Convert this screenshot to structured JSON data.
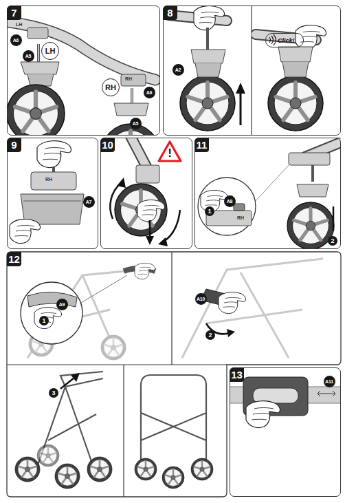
{
  "diagram": {
    "nodes": [
      {
        "text": [
          "7"
        ]
      },
      {
        "text": [
          "A6"
        ],
        "in": 0
      },
      {
        "text": [
          "LH"
        ],
        "in": 0
      },
      {
        "text": [
          "A5"
        ],
        "in": 0
      },
      {
        "text": [
          "RH"
        ],
        "in": 0
      },
      {
        "text": [
          "A6"
        ],
        "in": 0
      },
      {
        "text": [
          "A5"
        ],
        "in": 0
      },
      {
        "text": [
          "8"
        ]
      },
      {
        "text": [
          "A2"
        ],
        "in": 7
      },
      {
        "text": [
          "Click!"
        ],
        "in": 7
      },
      {
        "text": [
          "9"
        ]
      },
      {
        "text": [
          "A7"
        ],
        "in": 10
      },
      {
        "text": [
          "10"
        ]
      },
      {
        "text": [
          "!"
        ],
        "in": 12
      },
      {
        "text": [
          "11"
        ]
      },
      {
        "text": [
          "A8"
        ],
        "in": 14
      },
      {
        "text": [
          "1"
        ],
        "in": 14
      },
      {
        "text": [
          "2"
        ],
        "in": 14
      },
      {
        "text": [
          "12"
        ]
      },
      {
        "text": [
          "A9"
        ],
        "in": 18
      },
      {
        "text": [
          "1"
        ],
        "in": 18
      },
      {
        "text": [
          "A10"
        ],
        "in": 18
      },
      {
        "text": [
          "2"
        ],
        "in": 18
      },
      {
        "text": [
          "3"
        ],
        "in": 18
      },
      {
        "text": [
          "13"
        ]
      },
      {
        "text": [
          "A11"
        ],
        "in": 24
      }
    ],
    "labels": [
      "LH",
      "RH",
      "RH",
      "RH"
    ]
  }
}
